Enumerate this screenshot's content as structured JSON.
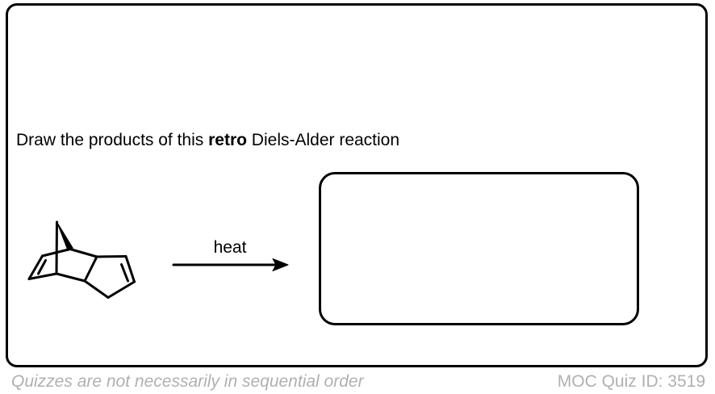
{
  "prompt": {
    "prefix": "Draw the products of this ",
    "bold": "retro",
    "suffix": " Diels-Alder reaction"
  },
  "reaction": {
    "reactant_structure": "dicyclopentadiene",
    "condition": "heat",
    "arrow_direction": "right"
  },
  "footer": {
    "note": "Quizzes are not necessarily in sequential order",
    "quiz_id": "MOC Quiz ID: 3519"
  },
  "colors": {
    "ink": "#000000",
    "muted_text": "#b0b0b0",
    "background": "#ffffff"
  }
}
